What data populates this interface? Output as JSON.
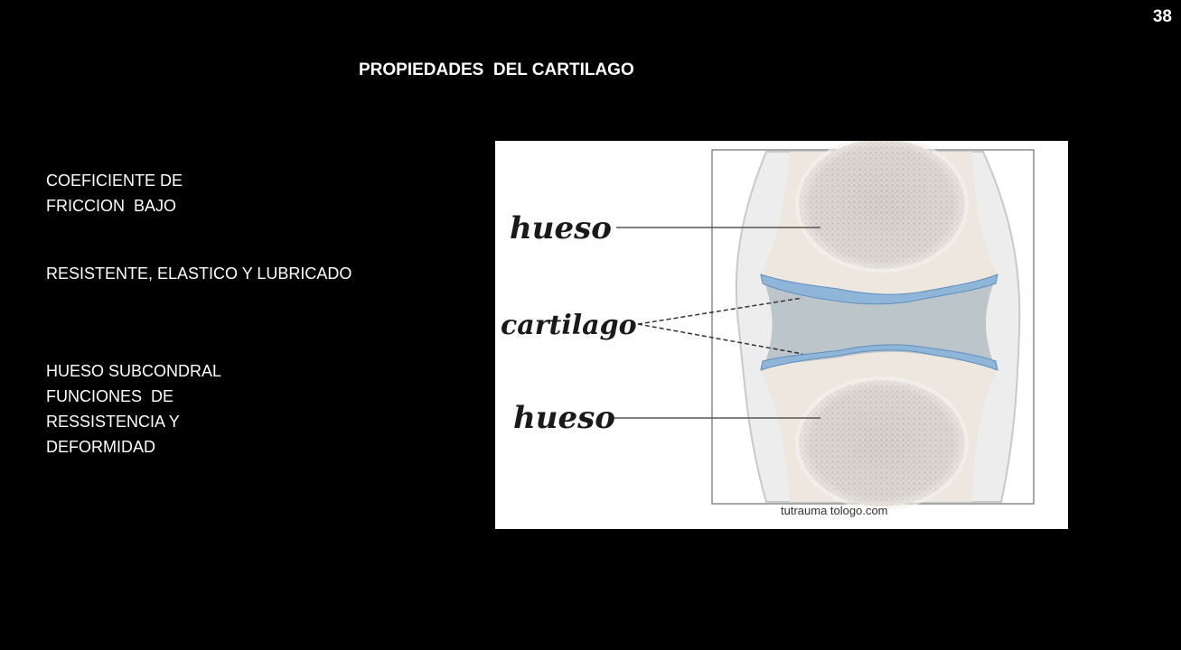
{
  "slide": {
    "number": "38",
    "title": "PROPIEDADES  DEL CARTILAGO"
  },
  "text_blocks": [
    {
      "lines": [
        "COEFICIENTE DE",
        "FRICCION  BAJO"
      ]
    },
    {
      "lines": [
        "RESISTENTE, ELASTICO Y LUBRICADO"
      ]
    },
    {
      "lines": [
        "HUESO SUBCONDRAL",
        "FUNCIONES  DE",
        "RESSISTENCIA Y",
        "DEFORMIDAD"
      ]
    }
  ],
  "figure": {
    "labels": {
      "bone_top": "hueso",
      "cartilage": "cartilago",
      "bone_bottom": "hueso"
    },
    "credit": "tutrauma tologo.com",
    "colors": {
      "background": "#ffffff",
      "bone": "#ede7df",
      "cancellous": "#c9c3bd",
      "cartilage": "#8fb6d8",
      "synovial_space": "#bcc5c9",
      "capsule": "#d8d8d8"
    }
  }
}
